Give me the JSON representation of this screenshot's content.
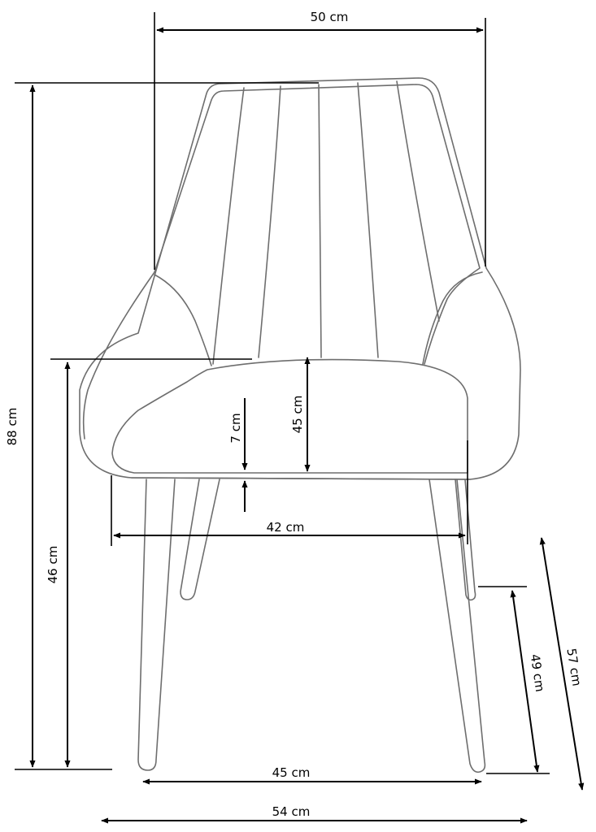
{
  "dimensions": {
    "top_width": "50 cm",
    "total_height": "88 cm",
    "seat_height": "46 cm",
    "seat_thickness": "7 cm",
    "backrest_height": "45 cm",
    "seat_width": "42 cm",
    "leg_span_width": "45 cm",
    "overall_width": "54 cm",
    "seat_depth": "49 cm",
    "overall_depth": "57 cm"
  },
  "colors": {
    "outline": "#6e6e6e",
    "dimension": "#000000"
  }
}
